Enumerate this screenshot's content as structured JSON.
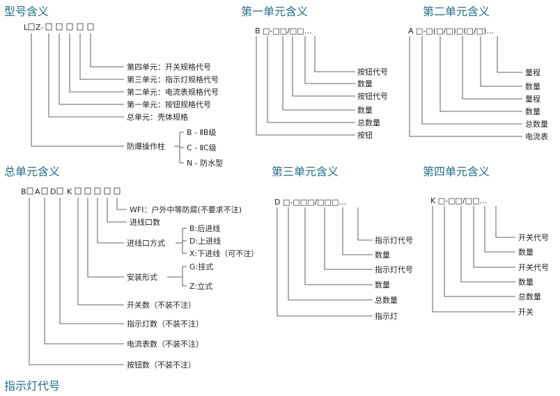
{
  "titles": {
    "model": "型号含义",
    "unit1": "第一单元含义",
    "unit2": "第二单元含义",
    "total": "总单元含义",
    "unit3": "第三单元含义",
    "unit4": "第四单元含义",
    "indicator": "指示灯代号"
  },
  "model": {
    "code": [
      "L",
      "Z-",
      "",
      "",
      "",
      "",
      ""
    ],
    "labels": [
      "第四单元：开关规格代号",
      "第三单元：指示灯规格代号",
      "第二单元：电流表规格代号",
      "第一单元：按钮规格代号",
      "总单元：壳体规格",
      "防爆操作柱"
    ],
    "options": [
      "B - ⅡB级",
      "C - ⅡC级",
      "N - 防水型"
    ]
  },
  "unit1": {
    "code": "B □-□□/□□…",
    "labels": [
      "按钮代号",
      "数量",
      "按钮代号",
      "数量",
      "总数量",
      "按钮"
    ]
  },
  "unit2": {
    "code": "A □-□(□/□)□(□/□)…",
    "labels": [
      "量程",
      "数量",
      "量程",
      "数量",
      "总数量",
      "电流表"
    ]
  },
  "total": {
    "code": [
      "B",
      "A",
      "D",
      "K"
    ],
    "labels": [
      "WFI：户外中等防腐(不要求不注)",
      "进线口数",
      "进线口方式",
      "安装形式",
      "开关数（不装不注）",
      "指示灯数（不装不注）",
      "电流表数（不装不注）",
      "按钮数（不装不注）"
    ],
    "entry_options": [
      "B:后进线",
      "D:上进线",
      "X:下进线（可不注）"
    ],
    "mount_options": [
      "G:挂式",
      "Z:立式"
    ]
  },
  "unit3": {
    "code": "D □-□□□/□□□…",
    "labels": [
      "指示灯代号",
      "数量",
      "指示灯代号",
      "数量",
      "总数量",
      "指示灯"
    ]
  },
  "unit4": {
    "code": "K □-□□/□□…",
    "labels": [
      "开关代号",
      "数量",
      "开关代号",
      "数量",
      "总数量",
      "开关"
    ]
  }
}
